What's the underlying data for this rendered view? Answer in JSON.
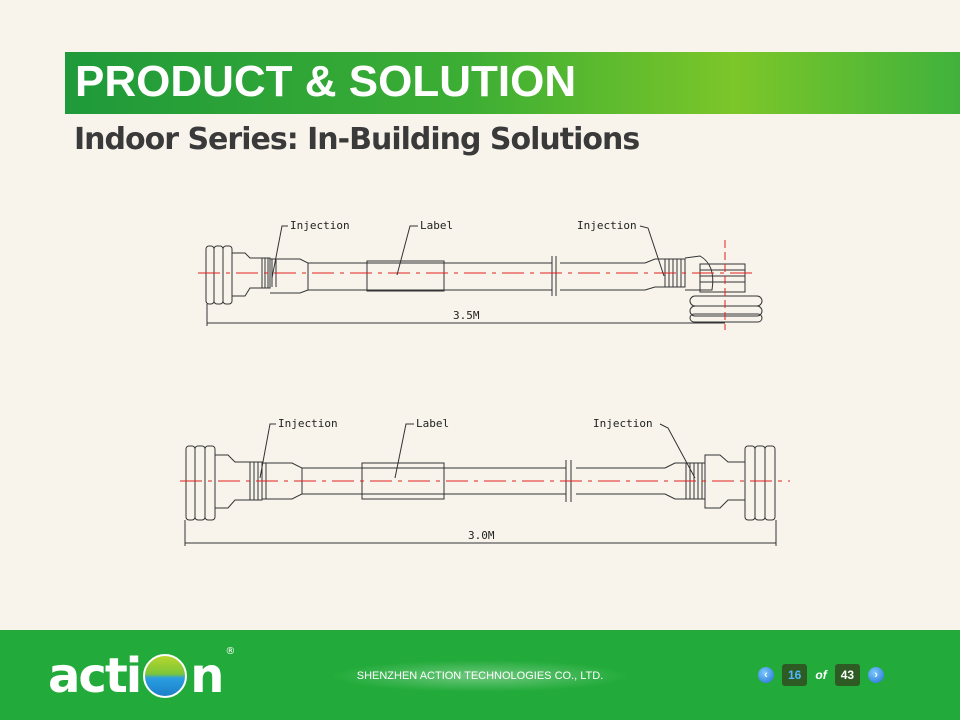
{
  "header": {
    "title": "PRODUCT & SOLUTION",
    "subtitle": "Indoor Series: In-Building Solutions"
  },
  "drawing1": {
    "injection_left": "Injection",
    "label": "Label",
    "injection_right": "Injection",
    "length": "3.5M"
  },
  "drawing2": {
    "injection_left": "Injection",
    "label": "Label",
    "injection_right": "Injection",
    "length": "3.0M"
  },
  "footer": {
    "logo_text_left": "acti",
    "logo_text_right": "n",
    "registered": "®",
    "company": "SHENZHEN ACTION TECHNOLOGIES CO., LTD.",
    "current_page": "16",
    "of_label": "of",
    "total_pages": "43",
    "prev_icon": "‹",
    "next_icon": "›"
  },
  "colors": {
    "green": "#22ab3a",
    "centerline": "#e02020",
    "page_current": "#4fb8ff"
  }
}
